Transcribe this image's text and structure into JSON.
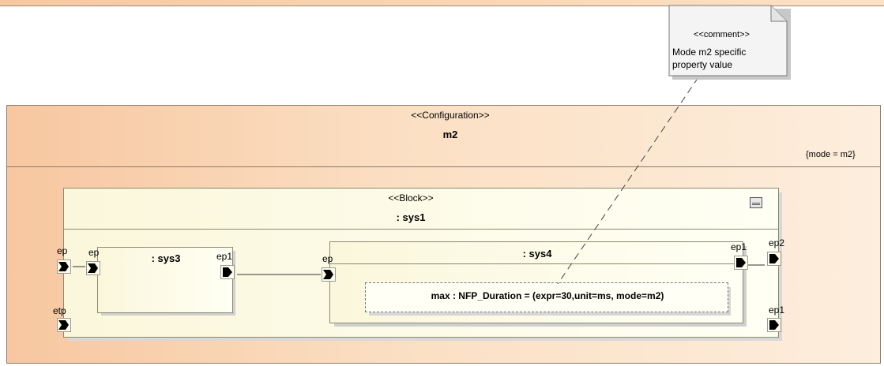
{
  "comment": {
    "stereotype": "<<comment>>",
    "text_line1": "Mode m2 specific",
    "text_line2": "property value"
  },
  "configuration": {
    "stereotype": "<<Configuration>>",
    "name": "m2",
    "constraint": "{mode = m2}"
  },
  "block": {
    "stereotype": "<<Block>>",
    "name": ": sys1",
    "icon": "compartment-icon"
  },
  "parts": {
    "sys3": {
      "name": ": sys3"
    },
    "sys4": {
      "name": ": sys4",
      "property": "max : NFP_Duration = (expr=30,unit=ms, mode=m2)"
    }
  },
  "ports": {
    "sys1_ep": "ep",
    "sys1_etp": "etp",
    "sys1_ep2": "ep2",
    "sys1_ep1": "ep1",
    "sys3_ep": "ep",
    "sys3_ep1": "ep1",
    "sys4_ep": "ep",
    "sys4_ep1": "ep1"
  },
  "colors": {
    "frame_fill": "#f7c7a0",
    "block_fill": "#fbf7dc",
    "note_fill": "#f4f4f4",
    "port_fill": "#000000"
  }
}
